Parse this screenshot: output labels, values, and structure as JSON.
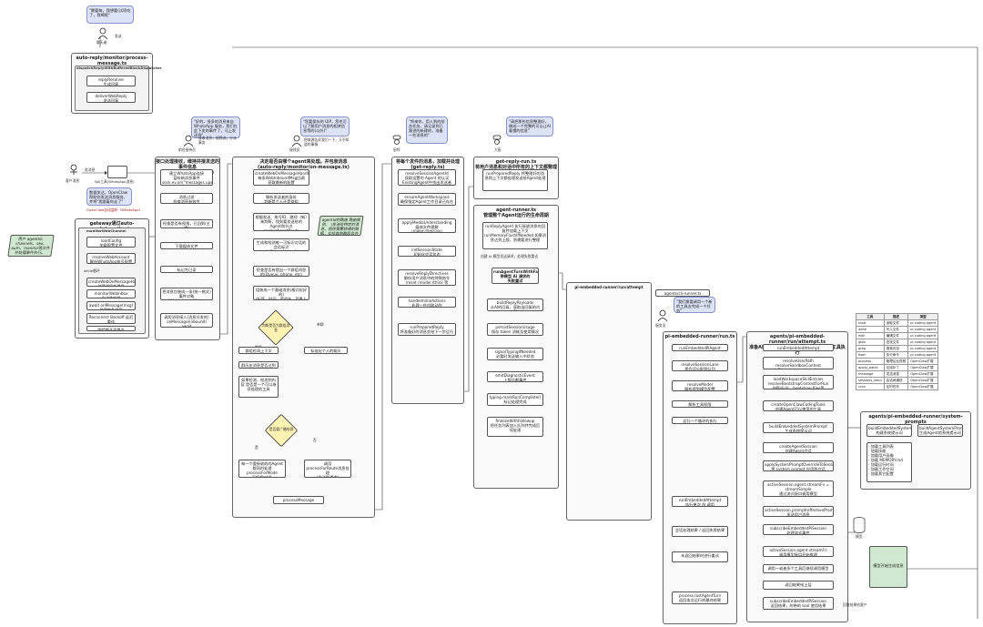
{
  "top": {
    "bubble": "\"需要每，我想要(试项吃了，我喝呢\"",
    "user_label": "聊天者",
    "send_label": "发送"
  },
  "lane1": {
    "title": "auto-reply/monitor/process-message.ts\n发送WhatsApp消息回复流程",
    "subtitle": "dispatchReplyWithBufferedBlockDispatcher",
    "n1": "replyResolver\n生成回复",
    "n2": "deliverWebReply\n发送回复"
  },
  "left_actor": {
    "label": "客户消息",
    "action": "发消息",
    "phone": "WA工具(WhatsApp消息)",
    "note": "数据发达，OpenClaw 帮助你发送消息服务，并将\"我跟着你走了\"",
    "gw": "OpenClaw自动监听（WhatsApp）"
  },
  "gateway": {
    "title": "gateway通过auto-reply/monitor.ts",
    "input": "用户 agentId、channels、sex、auth、monitor等文件 并处理事件执行。",
    "sub": "monitorWebChannel",
    "n1": "loadConfig\n加载配置文件",
    "n2": "resolveWebAccount\n解析WhatsApp账号配置",
    "sub2": "while循环",
    "n3": "createWebOnMessageHandler\n创建消息处理器",
    "n4": "monitorWebInbox\n启动监听器",
    "n5": "await onMessage(msg)\n处理每条消息",
    "n6": "Reconnect Backoff 延迟重连\n出错重连 ReconnectPolicy 重试\n等待 Abort",
    "n7": "跟踪断开再重连"
  },
  "lane2": {
    "title": "接口处理接收，维持并接发送的事件信息\n(inbound/monitor.ts)",
    "note": "\"好的，很多的消息来自 WhatsApp 服务，我们在此下发的事件了，马上发送到\"",
    "actor": "前台接待员",
    "actor_ann": "接收消息，粗筛选，分派事务",
    "n1": "建立WhatsApp连接\n监听新消息事件\nsock.ev.on(\"messages.upsert\")",
    "n2": "消息过滤\n检查消息有效性",
    "n3": "检查是否有权限，已回到(主播)",
    "n4": "下载媒体文件",
    "n5": "标记为已读",
    "n6": "把消息包装成一条(统一格式) 事件对象\n构造WebInboundMessage对象",
    "n7": "调用消息接入(消息分发的)\nonMessage(inbound)\nawait options.onMessage()"
  },
  "lane3": {
    "title": "决定是否由哪个agent来处理。并包装消息\n(auto-reply/monitor/on-message.ts)",
    "note": "\"您要保存的 UIP，您也可以了解用户消息的相关信息等的(以外)\"",
    "actor": "接线员",
    "actor_ann": "把来源告诉我们一下，又不知道的事情",
    "n1": "createWebOnMessageHandler\n每条WebInboundMsg回调\n获取最新的配置",
    "n2": "解析发送者的身份\n判断是个人还是群组",
    "n3": "根据发送、账号ID、路径（新）来判断，找到要发送给的Agent和节点 resolveAgentRoute",
    "n4": "生成和检测唯一可标识对话的会话标识 buildGroupHistoryKey",
    "n5": "检查是否有提出一个群组消息的(Queue, phone, etc)",
    "n6": "组装成一个基础消息(格式化好的)\n(标签、时间、渠道名、背景上下文等)",
    "decision": "判断是否为群组消息",
    "yes": "群组",
    "no": "单聊",
    "n7": "群组检测上下文",
    "n8": "群历史消息是否达到",
    "n9": "如果检测、检测到内容\n是否是一个可以继续处理的工具",
    "n10": "标准化个人的聊天",
    "d2": "是否要广播给群",
    "d2_yes": "是",
    "d2_no": "否",
    "n11": "每一个要接收的的Agent都同时处理\nprocessForMode\n回复到对话",
    "n12": "调用\nprocessForRoute消息处理\n(发送到通道)",
    "n13": "processMessage",
    "side_note": "agentId的路由\n路由规则、\n(发送给特定的消息，把你需要转递的数据，交给其他群组合并Agent)"
  },
  "lane4": {
    "title": "将每个发件的消息，加载并处理\n(get-reply.ts)",
    "note": "\"将来你，用入到的前台任务，请记录到已跟进的新建的，准备一些消息的\"",
    "actor": "厨师",
    "n1": "resolveSessionAgentId\n获取设置的 Agent 的认证\nExistingAgent中找出发送者",
    "n2": "ensureAgentWorkspace\n确保指定Agent工作目录已存在",
    "n3": "applyMediaUnderstanding\n媒体文件理解\n(如图片/音频识别)",
    "n4": "initSessionState\n初始化会话状态",
    "n5": "resolveReplyDirectives\n解析用户消息中的特殊指令\n/reset /model /think 等",
    "n6": "handleInlineActions\n处理一些内联动作",
    "n7": "runPreparedReply\n将准备好的消息交给下一步运行"
  },
  "lane5": {
    "title": "get-reply-run.ts\n将用户消息和对话中所有的上下文都整理好提交给Agent",
    "note": "\"请把那些信息整理好，做成一个完整的可以让AI看懂的信息\"",
    "actor": "大厨",
    "n1": "runPreparedReply\n将整理好的消息和上下文都处理发送给Agent处理",
    "n2": "agent-runner.ts\n管理整个Agent运行的生命周期",
    "n3": "runReplyAgent\n执行接收消息的回复并加载上下文\nrunMemoryFlushIfNeeded\n如果消息达到上限，则需要进行整理",
    "n4": "创建 AI 模型发送请求，处理失败重试",
    "n5": "runAgentTurnWithFallback\n带模型 AI 请求的\n失败重试",
    "n6": "buildReplyPayloads\n从AI的回复，获取出回复的内容",
    "n7": "persistSessionUsage\n保存 token 消耗及使用情况",
    "n8": "signalTypingIfNeeded\n必要时发送输入中状态",
    "n9": "emitDiagnosticEvent\n上报诊断事件",
    "n10": "typing.markRunComplete()\n标记处理完成",
    "n11": "finalizeWithFollowup\n把任务列表加入队列并完成后续处理"
  },
  "lane6": {
    "title": "pi-embedded-runner/run.ts",
    "note": "\"我们需要调用一个新的工具去完成一个任务\"",
    "actor": "服务员",
    "side": "agents/cli-runner.ts",
    "n1": "runEmbeddedPiAgent",
    "n2": "resolveSessionLane\n将会话分配到队列",
    "n3": "resolveModel\n解析得到模型配置",
    "n4": "解析工具权限",
    "n5": "运行一个循环的执行",
    "n6": "runEmbeddedAttempt\n执行单次 AI 调用",
    "n7": "会话处理结果 / 返回失败结果",
    "n8": "未返回结果时进行重试",
    "n9": "process.lastAgentTurn\n返回本次运行的最终结果"
  },
  "lane7": {
    "title": "agents/pi-embedded-runner/run/attempt.ts\n准备AI调用环境，创建会话，调用模型，工具执行",
    "note": "\"上一次，我准备好了，一切安排好了\"",
    "actor": "操作员",
    "n1": "runEmbeddedAttempt",
    "n2": "resolveUserPath\nresolveSandboxContext\n加载 workspace / sandbox",
    "n3": "loadWorkspaceSkillEntries\nresolveBootstrapContextForRun\n加载skills、bootstrap files等",
    "n4": "createOpenClawCodingTools\n创建Agent可以使用的工具",
    "n5": "buildEmbeddedSystemPrompt\n生成系统提示词",
    "n6": "createAgentSession\n创建Agent会话",
    "n7": "applySystemPromptOverrideToSession\n将 system prompt 应用到会话",
    "n8": "activeSession.agent.streamFn =\nstreamSimple\n通过流式接口调用模型",
    "n9": "activeSession.prompt(effectivePrompt)\n发送用户消息",
    "n10": "subscribeEmbeddedPiSession\n处理流式事件",
    "n11": "activeSession.agent.streamFn\n调用模型接口开始推理",
    "n12": "调用一或者多个工具后继续调用模型",
    "n13": "返回结果给上层",
    "n14": "subscribeEmbeddedPiSession\n返回结果，附带的 tool 使用结果",
    "prompt_box": "agents/pi-embedded-runner/system-prompts",
    "prompt_n1": "buildEmbeddedSystemPrompt\n构建系统提示词",
    "prompt_n2": "buildAgentSystemPrompt\n生成Agent的系统提示词",
    "prompt_list": "· 加载工具列表\n· 加载技能\n· 加载用户画像\n· 加载 MEMORY.md\n· 加载运行时间\n· 加载工作空间\n· 加载其它配置",
    "model_label": "模型",
    "llm": "模型开始生成信息",
    "back": "回复结果给客户"
  },
  "legend": {
    "headers": [
      "工具",
      "描述",
      "类型"
    ],
    "rows": [
      [
        "read",
        "读取文件",
        "pi coding agent"
      ],
      [
        "write",
        "写入文件",
        "pi coding agent"
      ],
      [
        "edit",
        "编辑文件",
        "pi coding agent"
      ],
      [
        "glob",
        "查找文件",
        "pi coding agent"
      ],
      [
        "grep",
        "搜索内容",
        "pi coding agent"
      ],
      [
        "exec",
        "执行命令",
        "pi coding agent"
      ],
      [
        "process",
        "管理后台进程",
        "OpenClaw扩展"
      ],
      [
        "apply_patch",
        "应用补丁",
        "OpenClaw扩展"
      ],
      [
        "message",
        "发送消息",
        "OpenClaw扩展"
      ],
      [
        "sessions_send",
        "会话间通信",
        "OpenClaw扩展"
      ],
      [
        "cron",
        "定时任务",
        "OpenClaw扩展"
      ]
    ]
  },
  "colors": {
    "note": "#dde3f7",
    "decision": "#fff2b3",
    "green": "#cfe8cf",
    "input": "#cfe8cf"
  }
}
